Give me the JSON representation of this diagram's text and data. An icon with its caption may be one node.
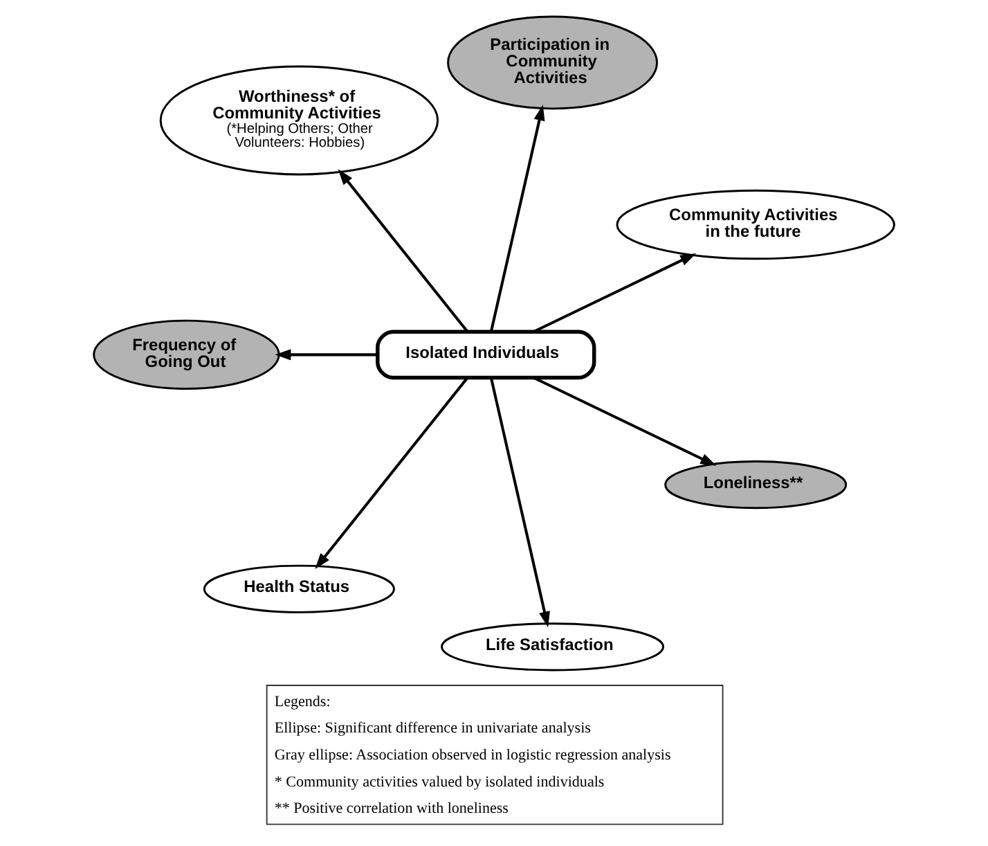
{
  "diagram": {
    "nodes": [
      {
        "text": [
          "Worthiness* of Community Activities",
          "(*Helping Others; Other Volunteers: Hobbies)"
        ]
      },
      {
        "text": [
          "Participation in Community Activities"
        ]
      },
      {
        "text": [
          "Community Activities in the future"
        ]
      },
      {
        "text": [
          "Isolated Individuals"
        ]
      },
      {
        "text": [
          "Frequency of Going Out"
        ]
      },
      {
        "text": [
          "Loneliness**"
        ]
      },
      {
        "text": [
          "Health Status"
        ]
      },
      {
        "text": [
          "Life Satisfaction"
        ]
      }
    ],
    "edges": [
      {
        "from": 3,
        "to": 0,
        "arrow": "to"
      },
      {
        "from": 3,
        "to": 1,
        "arrow": "to"
      },
      {
        "from": 3,
        "to": 2,
        "arrow": "to"
      },
      {
        "from": 3,
        "to": 4,
        "arrow": "to"
      },
      {
        "from": 3,
        "to": 5,
        "arrow": "to"
      },
      {
        "from": 3,
        "to": 6,
        "arrow": "to"
      },
      {
        "from": 3,
        "to": 7,
        "arrow": "to"
      }
    ],
    "labels": [
      "Legends:",
      "Ellipse: Significant difference in univariate analysis",
      "Gray ellipse: Association observed in logistic regression analysis",
      "* Community activities valued by isolated individuals",
      "** Positive correlation with loneliness"
    ]
  }
}
